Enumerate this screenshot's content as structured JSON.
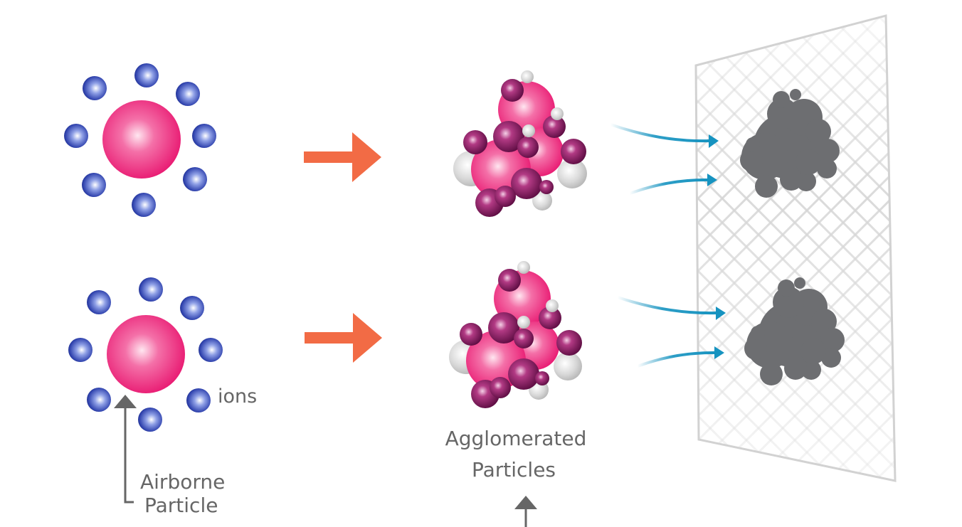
{
  "labels": {
    "ions": "ions",
    "airborne_line1": "Airborne",
    "airborne_line2": "Particle",
    "agglomerated_line1": "Agglomerated",
    "agglomerated_line2": "Particles"
  },
  "colors": {
    "particle": "#e8156f",
    "ion": "#2d3fa3",
    "process_arrow": "#f26b45",
    "flow_arrow": "#1693c0",
    "agglomerate_dark": "#7a1157",
    "agglomerate_gray": "#c8c8c8",
    "captured_particle": "#6d6e71",
    "filter_frame": "#cfcfcf",
    "label": "#666666"
  },
  "icons": {
    "process_arrow": "arrow-right-icon",
    "pointer_arrow": "arrow-up-icon",
    "flow_arrow": "curved-arrow-icon"
  }
}
